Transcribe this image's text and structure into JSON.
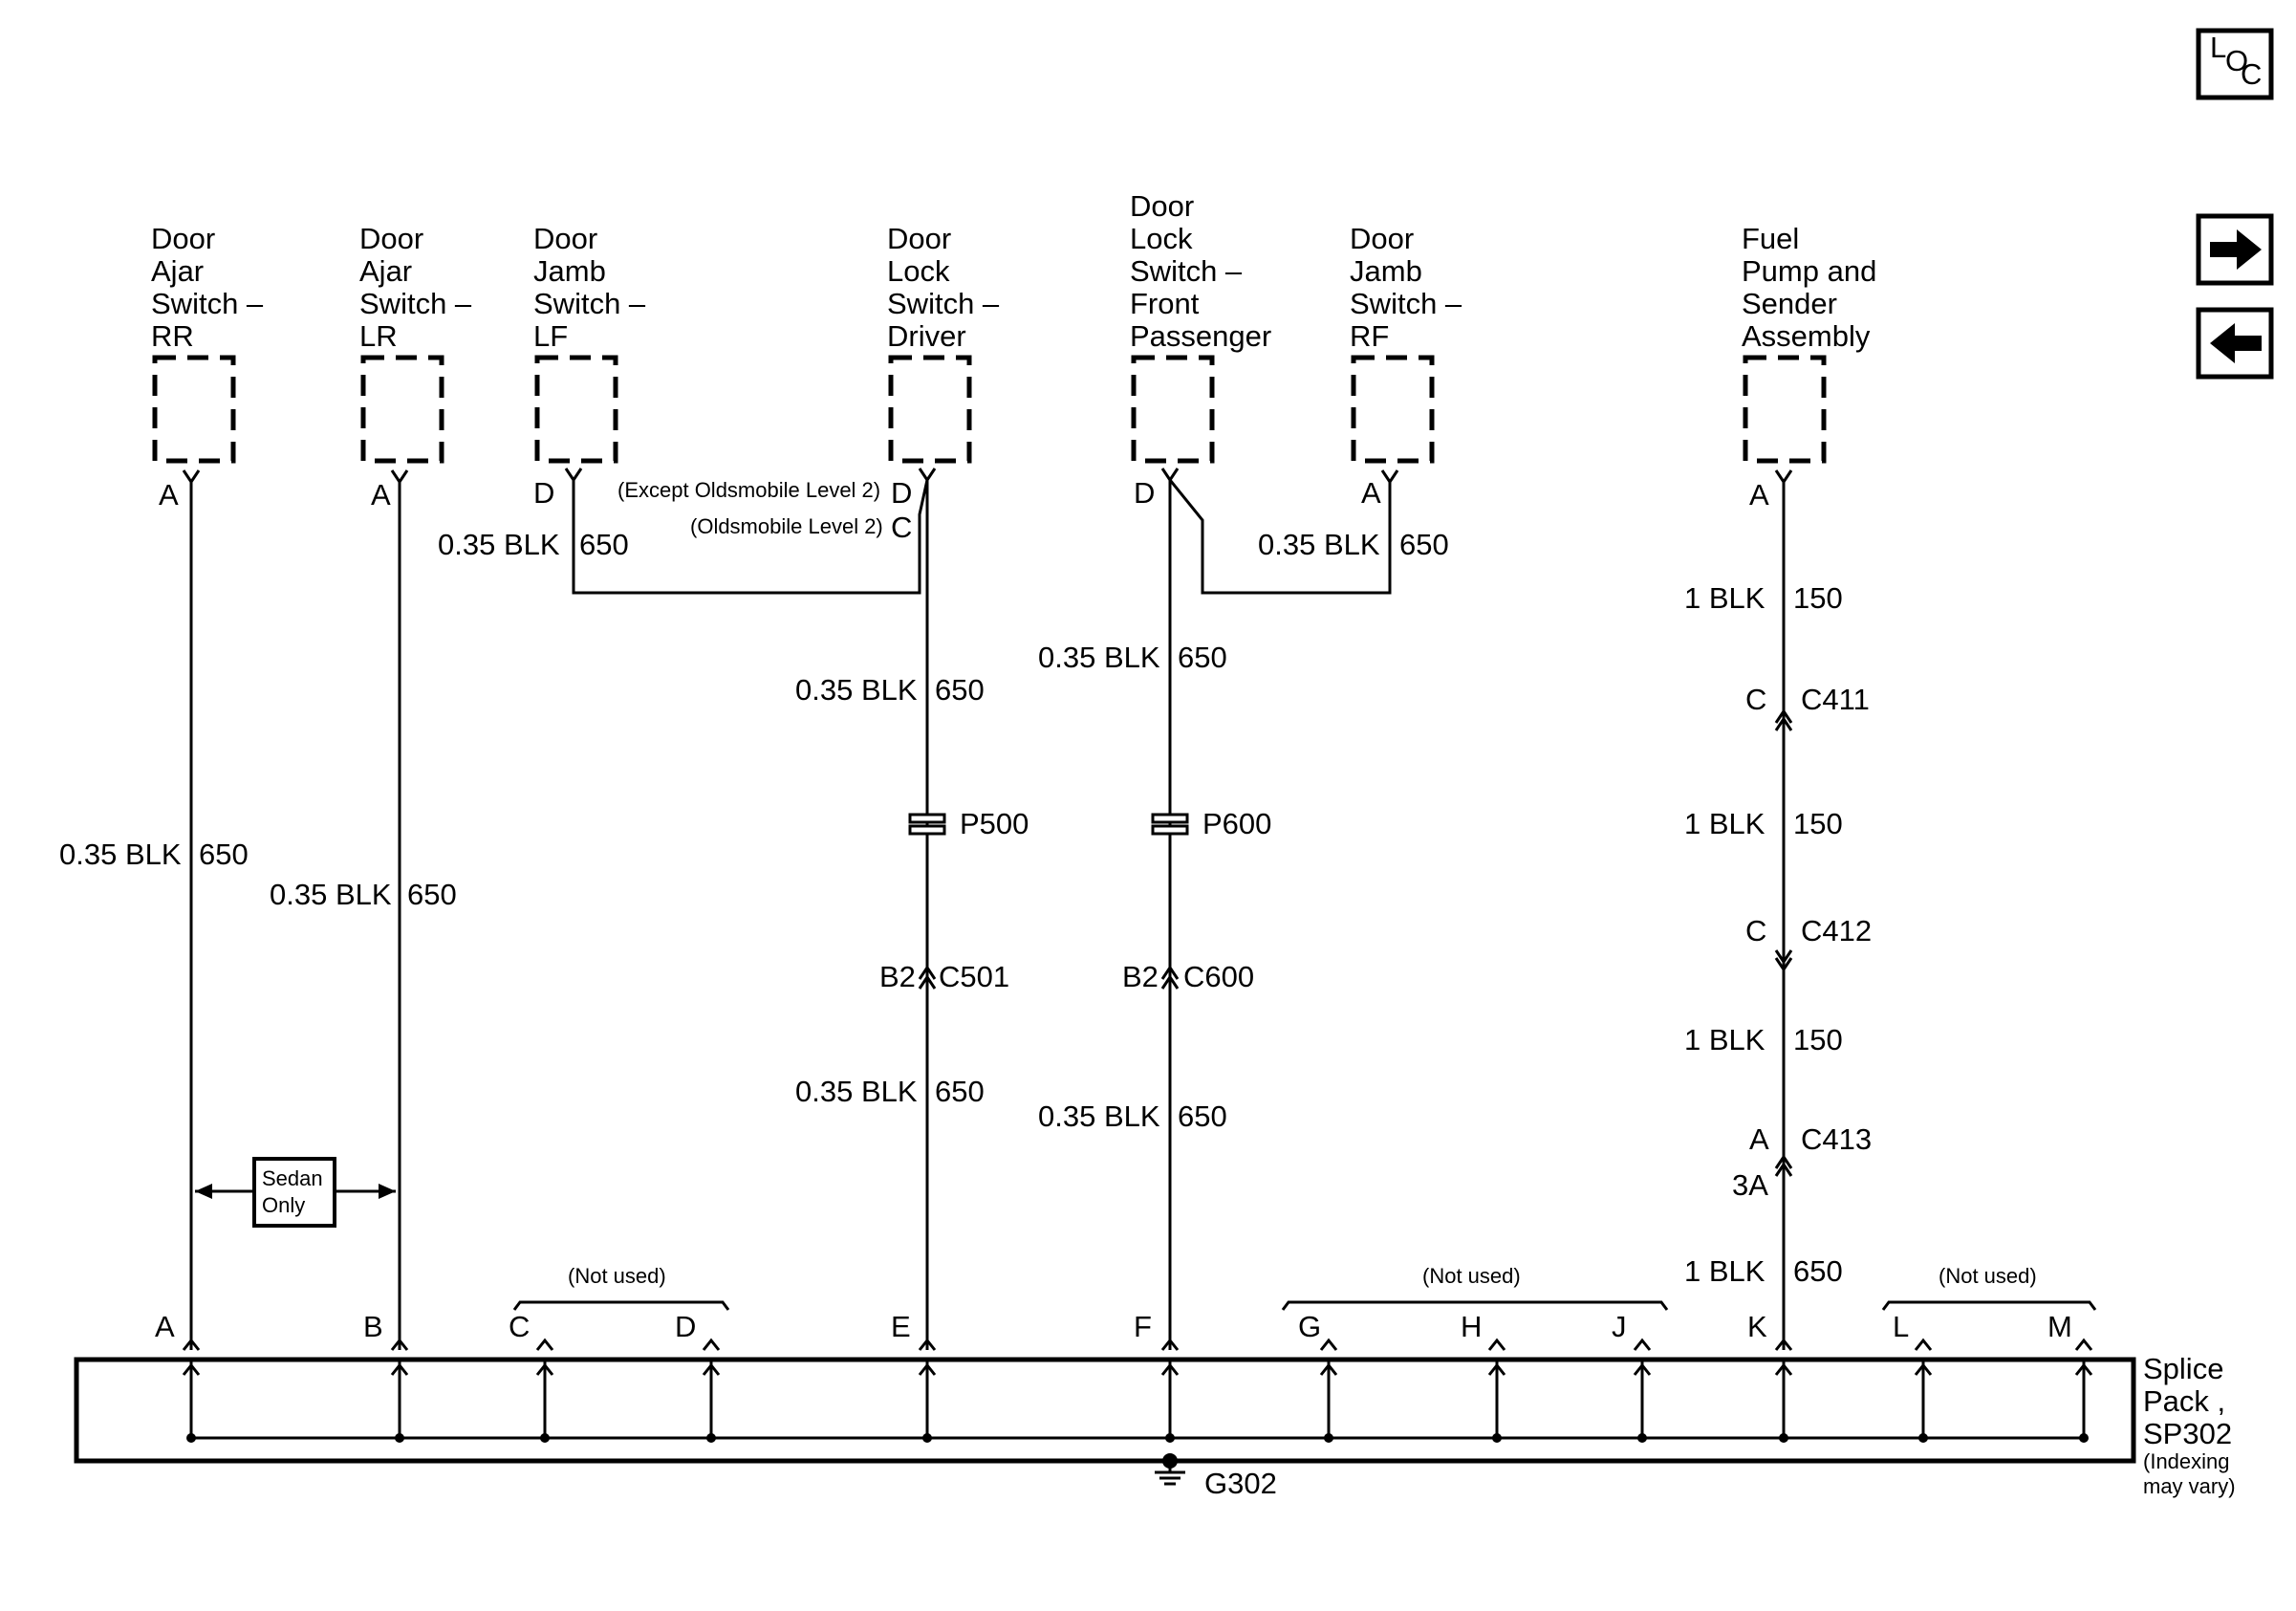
{
  "nav": {
    "loc_label_l": "L",
    "loc_label_o": "O",
    "loc_label_c": "C",
    "next_icon": "arrow-right-icon",
    "prev_icon": "arrow-left-icon"
  },
  "components": {
    "rr": [
      "Door",
      "Ajar",
      "Switch –",
      "RR"
    ],
    "lr": [
      "Door",
      "Ajar",
      "Switch –",
      "LR"
    ],
    "lf": [
      "Door",
      "Jamb",
      "Switch –",
      "LF"
    ],
    "drv": [
      "Door",
      "Lock",
      "Switch –",
      "Driver"
    ],
    "fp": [
      "Door",
      "Lock",
      "Switch –",
      "Front",
      "Passenger"
    ],
    "rf": [
      "Door",
      "Jamb",
      "Switch –",
      "RF"
    ],
    "fuel": [
      "Fuel",
      "Pump and",
      "Sender",
      "Assembly"
    ]
  },
  "pins": {
    "rr": "A",
    "lr": "A",
    "lf": "D",
    "drv_d": "D",
    "drv_c": "C",
    "fp": "D",
    "rf": "A",
    "fuel": "A"
  },
  "notes": {
    "except_olds": "(Except Oldsmobile Level 2)",
    "olds": "(Oldsmobile Level 2)",
    "sedan_1": "Sedan",
    "sedan_2": "Only",
    "not_used": "(Not used)"
  },
  "wires": {
    "w035": "0.35 BLK",
    "w1": "1 BLK",
    "c650": "650",
    "c150": "150"
  },
  "connectors": {
    "p500": "P500",
    "p600": "P600",
    "c501": "C501",
    "c600": "C600",
    "b2": "B2",
    "c411": "C411",
    "c412": "C412",
    "c413": "C413",
    "c411_pin": "C",
    "c412_pin": "C",
    "c413_pin": "A",
    "c413_pin2": "3A"
  },
  "splice": {
    "pins": [
      "A",
      "B",
      "C",
      "D",
      "E",
      "F",
      "G",
      "H",
      "J",
      "K",
      "L",
      "M"
    ],
    "name_1": "Splice",
    "name_2": "Pack ,",
    "name_3": "SP302",
    "note_1": "(Indexing",
    "note_2": "may vary)",
    "ground": "G302"
  }
}
